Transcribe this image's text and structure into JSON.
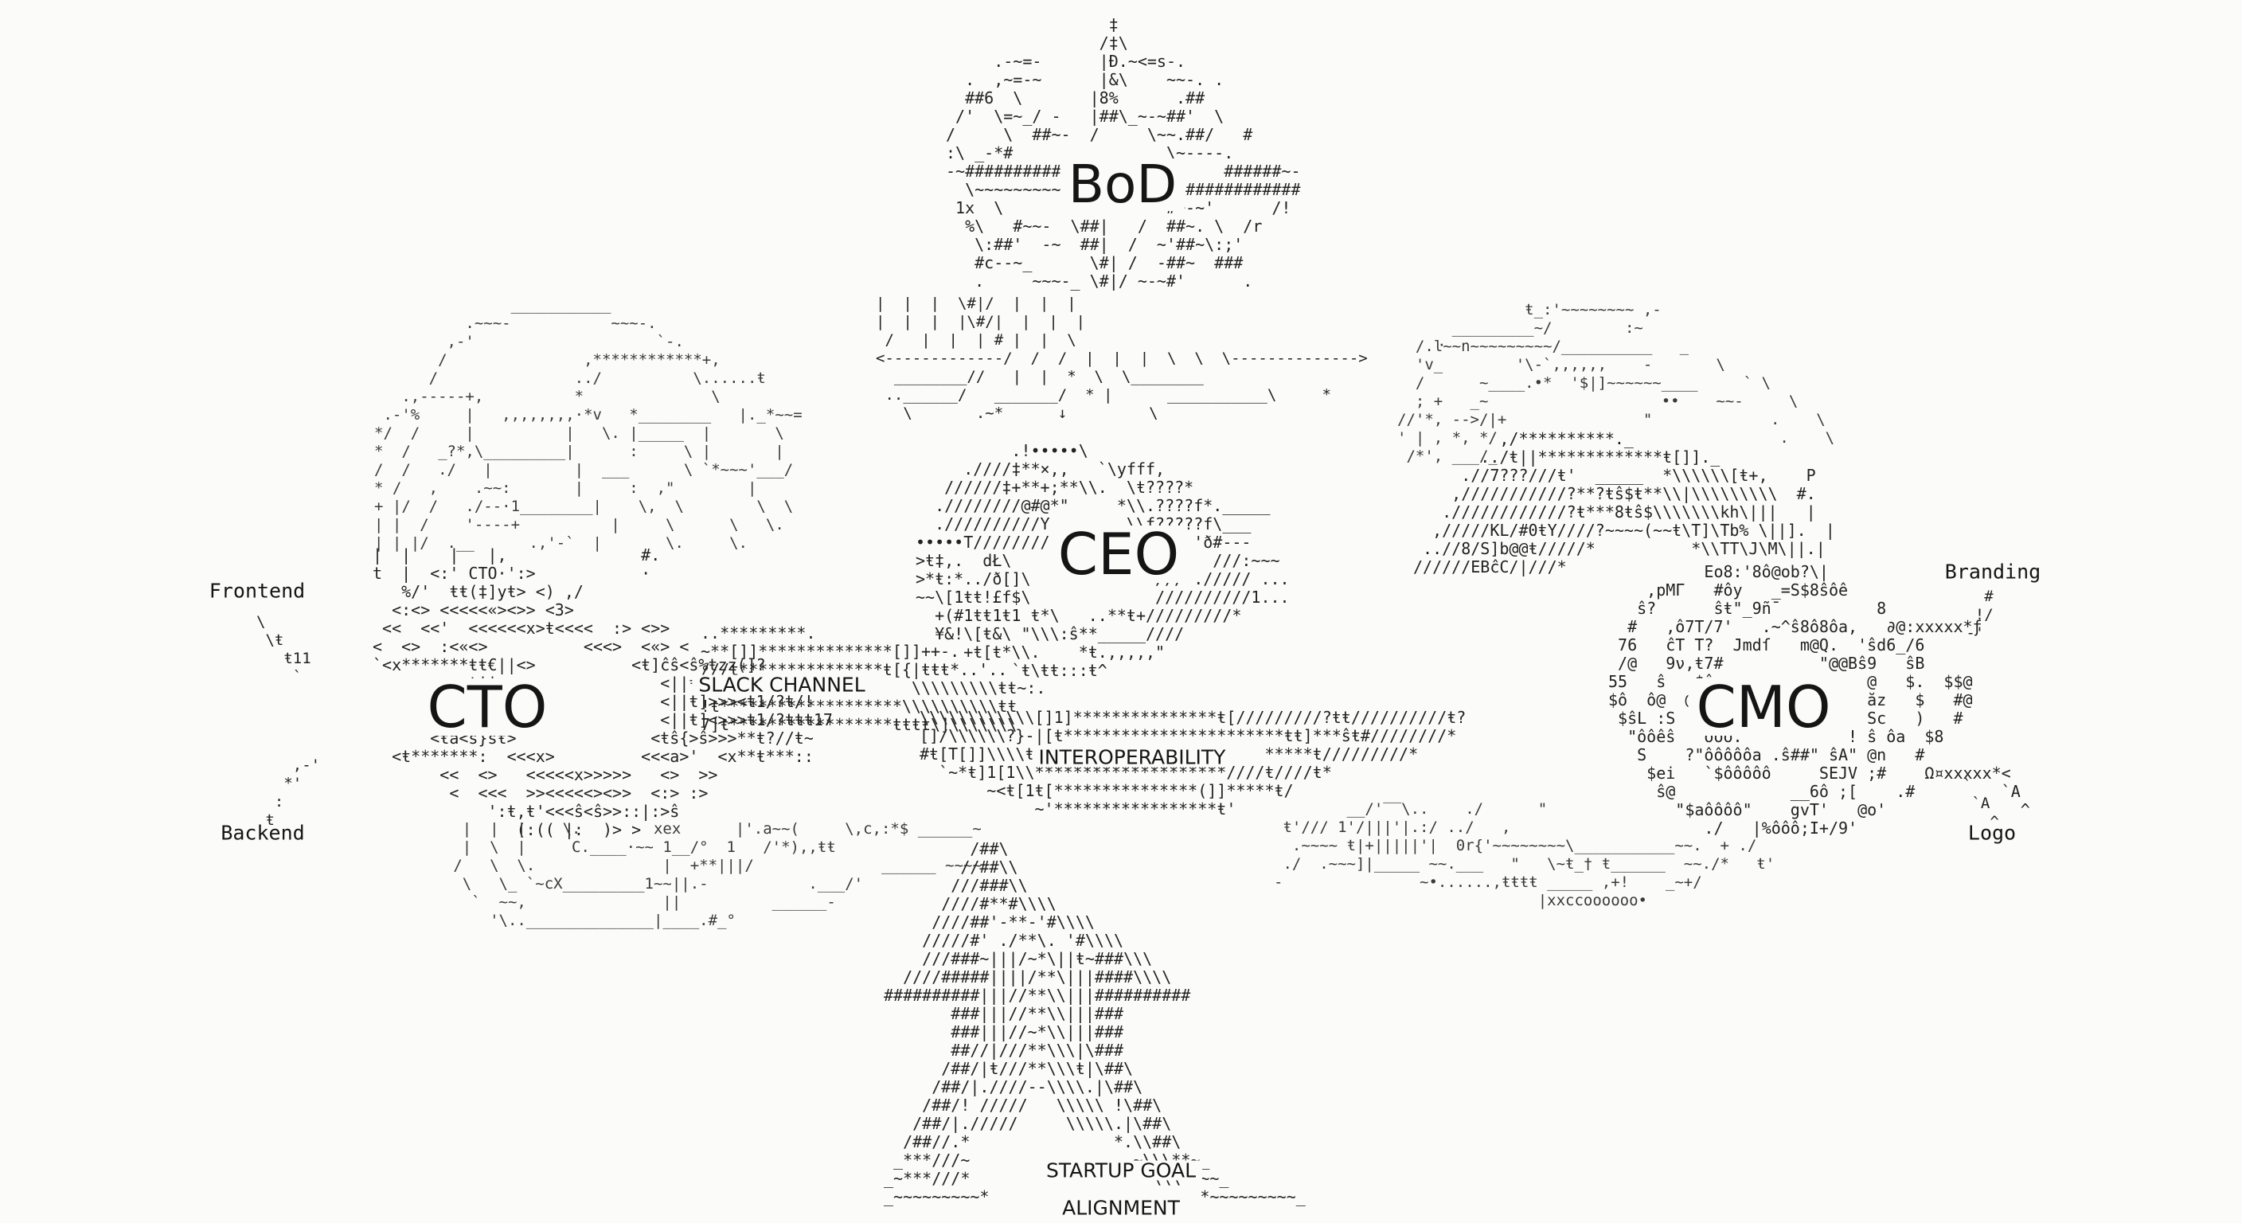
{
  "diagram": {
    "style": "ascii-art org chart",
    "background": "#fbfbf9",
    "ink": "#1a1a1a",
    "nodes": {
      "bod": "BoD",
      "ceo": "CEO",
      "cto": "CTO",
      "cmo": "CMO"
    },
    "banners": {
      "slack_channel": "SLACK CHANNEL",
      "interoperability": "INTEROPERABILITY",
      "startup_goal": "STARTUP GOAL",
      "alignment": "ALIGNMENT"
    },
    "leaves": {
      "frontend": "Frontend",
      "backend": "Backend",
      "branding": "Branding",
      "logo": "Logo"
    },
    "inline_art_labels": {
      "cto_small": "<:' CTO·':>"
    },
    "edges": [
      {
        "from": "BoD",
        "to": "CEO"
      },
      {
        "from": "BoD",
        "to": "CTO",
        "style": "arrow-left"
      },
      {
        "from": "BoD",
        "to": "CMO",
        "style": "arrow-right"
      },
      {
        "from": "CEO",
        "to": "CTO"
      },
      {
        "from": "CEO",
        "to": "CMO"
      },
      {
        "from": "CTO",
        "to": "CMO",
        "via": "SLACK CHANNEL / INTEROPERABILITY"
      },
      {
        "from": "CTO",
        "to": "Frontend"
      },
      {
        "from": "CTO",
        "to": "Backend"
      },
      {
        "from": "CMO",
        "to": "Branding"
      },
      {
        "from": "CMO",
        "to": "Logo"
      },
      {
        "from": "CTO",
        "to": "STARTUP GOAL"
      },
      {
        "from": "CMO",
        "to": "STARTUP GOAL"
      }
    ]
  },
  "art": {
    "bod_star": "                 ‡\n                /‡\\\n     .-~=-      |Ð.~<=s-.\n  .  ,~=-~      |&\\    ~~-. .\n  ##6  \\       |8%      .##\n /'  \\=~_/ -   |##\\_~-~##'  \\\n/     \\  ##~-  /     \\~~.##/   #\n:\\ _-*#                \\~----.\n-~##########                 ######~-\n  \\~~~~~~~~~~-#          ############\n 1x  \\                 #~-~'      /!\n  %\\   #~~-  \\##|   /  ##~. \\  /r\n   \\:##'  -~  ##|  /  ~'##~\\:;'\n   #c--~_      \\#| /  -##~  ###\n   .     ~~~-_ \\#|/ ~-~#'      .",
    "bod_stem": "|  |  |  \\#|/  |  |  |\n|  |  |  |\\#/|  |  |  |\n /   |  |  | # |  |  \\\n<-------------/  /  /  |  |  |  \\  \\  \\-------------->\n  ________//   |  |  *  \\  \\________\n ..______/   _______/  * |      ___________\\     *\n   \\       .~*      ↓         \\",
    "ceo_block": "          .!•••••\\\n     .////‡**×,,   `\\yfff,\n   //////‡+**+;**\\\\.  \\ŧ????*\n  .////////@#@*\"     *\\\\.????f*._____\n  .//////////Y        \\\\f?????f\\___\n•••••T//////// //    TŁS@//' 'ð#---\n>ŧ‡,.  dŁ\\              ŧŝ#/   ///:~~~\n>*ŧ:*../ð[]\\             /// .///// ...\n~~\\[1ŧŧ!£f$\\             //////////1...\n  +(#1ŧŧ1ŧ1 ŧ*\\   ..**ŧ+/////////*\n  ¥&!\\[ŧ&\\ \"\\\\\\:ŝ**_____////\n     +ŧ[ŧ*\\\\.    *ŧ.,,,,,\"\n          `ŧ\\ŧŧ:::ŧ^",
    "cto_block": "|  |    |   |,              #.\nt  |  <:' CTO·':>           ·\n   %/'  ŧŧ(‡]yŧ> <) ,/\n  <:<> <<<<<«><>> <3>\n <<  <<'  <<<<<<x>ŧ<<<<  :> <>>\n<  <>  :<«<>          <<<>  <«> <\n`<x*******ŧŧ€||<>          <ŧ]ĉŝ<ŝ%ŧzz(]?\n      <<<<ŧ||>                <||ŧ]<>>ŧ1}ŧ1//ŧ\n      <<<<ŧ||>                <||ŧ]>>><ŧ1/?ŧ/!\n      <<<ŧŧ||>                <||ŧ]<>>>ŧ1/?ŧŧŧ17\n      <ŧa<ŝ}ŝŧ>              <ŧŝ{>ŝ>>>**ŧ?//ŧ~\n  <ŧ*******:  <<<x>         <<<a>'  <x**ŧ***::\n       <<  <>   <<<<<x>>>>>   <>  >>\n        <  <<<  >><<<<<><>>  <:> :>\n            ':ŧ,ŧ'<<<ŝ<ŝ>>::|:>ŝ\n               (:(( |:  )> >",
    "slack_bars": "..*********.\n~**[]]**************[]]++-.\n///ŧ***************ŧ[{|ŧŧŧ*..'..\n                      \\\\\\\\\\\\\\\\\\ŧŧ~:.\n!ŧ*******************\\\\\\\\\\\\\\\\\\\\ŧŧ\n7]ŧ*****************ŧŧŧŧ\\]\\\\\\\\\\\\\\",
    "interop_bars": "\\\\\\\\\\\\\\\\\\\\\\\\[]1]***************ŧ[/////////?ŧŧ//////////ŧ?\n[]/\\\\\\\\\\\\?}-|[ŧ***********************ŧŧ]***ŝŧ#////////*\n#ŧ[T[]]\\\\\\\\ŧ$*                      *****ŧ/////////*\n  `~*ŧ]1[1\\\\********************////ŧ////ŧ*\n       ~<ŧ[1ŧ[***************(]]*****ŧ/\n            ~'*****************ŧ'",
    "cmo_block": "          Eo8:'8ô@ob?\\|\n    ,pMΓ   #ôy   _=S$8ŝôê\n   ŝ?      ŝŧ\"_9ñ¯          8\n  #   ,ô7T/7'   .~^ŝ8ô8ôa,   ∂@:xxxxx*ƒ\n 76   ĉT T?  Jmdſ   m@Q.  'ŝd6_/6\n /@   9ν,ŧ7#          \"@@Bŝ9   ŝB\n55   ŝ   $ê                @   $.  $$@\n$ô  ô@  @                  ăz   $   #@\n $ŝL :S  $                 Sc   )   #\n  \"ôôêŝ  \"ôôô.           ! ŝ ôa  $8\n   S    ?\"ôôôôôa .ŝ##\" ŝA\" @n   #\n    $ei   `$ôôôôô     SEJV ;#    Ω¤xxxxx*<\n     ŝ@            __6ô ;[    .#         `A\n       \"$aôôôô\"    gvT'   @o'              ^\n          ./   |%ôôô;I+/9'",
    "cmo_top": "         ,/**********._\n       ../ŧ||*************ŧ[]]._\n     .//7???///ŧ'  _____  *\\\\\\\\\\\\[ŧ+,    P\n    ,///////////?**?ŧŝ$ŧ**\\\\|\\\\\\\\\\\\\\\\\\  #.\n   .////////////?ŧ***8ŧŝ$\\\\\\\\\\\\\\kh\\|||   |\n  ,/////KL/#0ŧY////?~~~~(~~ŧ\\T]\\Tb% \\||].  |\n ..//8/S]b@@ŧ/////*          *\\\\TT\\J\\M\\||.|\n//////EBĉC/|///*",
    "tree_trunk": "         /##\\\n        //##\\\\\n       ///###\\\\\n      ////#**#\\\\\\\\\n     ////##'-**-'#\\\\\\\\\n    /////#' ./**\\. '#\\\\\\\\\n    ///###~|||/~*\\||ŧ~###\\\\\\\n  ////#####||||/**\\|||####\\\\\\\\\n##########|||//**\\\\|||##########\n       ###|||//**\\\\|||###\n       ###|||//~*\\\\|||###\n       ##//|///**\\\\\\|\\###\n      /##/|ŧ///**\\\\\\ŧ|\\##\\\n     /##/|.////--\\\\\\\\.|\\##\\\n    /##/! /////   \\\\\\\\\\ !\\##\\\n   /##/|./////     \\\\\\\\\\.|\\##\\\n  /##//.*               *.\\\\##\\\n _***///~                 ~\\\\\\**~_\n_~***///*                  *\\\\\\**~~_\n_~~~~~~~~~*                      *~~~~~~~~~_",
    "left_swirl": "               ___________\n          .~~~-           ~~~-.\n        ,-'                    `-.\n       /               ,************+,\n      /               ../          \\......ŧ  \n   .,-----+,          *              \\\n .-'%     |   ,,,,,,,,·*v   *________   |._*~~=\n*/  /     |          |   \\. |_____  |       \\\n*  /   _?*,\\_________|      :     \\ |       |\n/  /   ./   |         |  ___      \\ `*~~~'___/\n* /   ,    .~~:       |     :  ,\"        |\n+ |/  /   ./--·1________|    \\,  \\        \\  \\\n| |  /    '----+          |     \\      \\   \\.\n| | |/  .__      .,'-`  |       \\.     \\.",
    "right_swirl": "              ŧ_:'~~~~~~~~ ,-\n      _________~/        :~\n  /.ŀ~~n~~~~~~~~~/__________   _\n  'v_        '\\-`,,,,,,    -       \\\n  /      ~____.•*  '$|]~~~~~~____     ` \\\n  ; +   _~                   ••    ~~-     \\\n//'*, -->/|+               \"             .    \\\n' | , *, */                               .    \\\n /*', ___/_",
    "bottom_left": "    |  |  |    \\.        xex      |'.a~~(     \\,c,:*$ ______~\n    |  \\  |     C.____·~~ 1__/°  1   /'*),,ŧŧ\n   /   \\  \\.              |  +**|||/              ______ ~~~~\n    \\   \\_ `~cX_________1~~||.-           .___/'\n     `  ~~,               ||          ______-\n       '\\..______________|____.#_°",
    "bottom_right": "        __/'‾‾\\..    ./      \"\n ŧ'/// 1'/|||'|.:/ ../   ,\n  .~~~~ ŧ|+|||||'|  0r{'~~~~~~~~\\___________~~.  + ./\n ./  .~~~]|_____ ~~.___   \"   \\~ŧ_† ŧ______  ~~./*   ŧ'\n-               ~•......,ŧŧŧŧ _____ ,+!    _~+/\n                             |xxccoooooo•",
    "frontend_link": "\\\n \\ŧ\n   ŧ11\n    `",
    "backend_link": "    ,-'\n   *'\n  :\n ŧ",
    "branding_link": "     #\n    !/\n   -'",
    "logo_link": "`\n `A\n   ^"
  }
}
